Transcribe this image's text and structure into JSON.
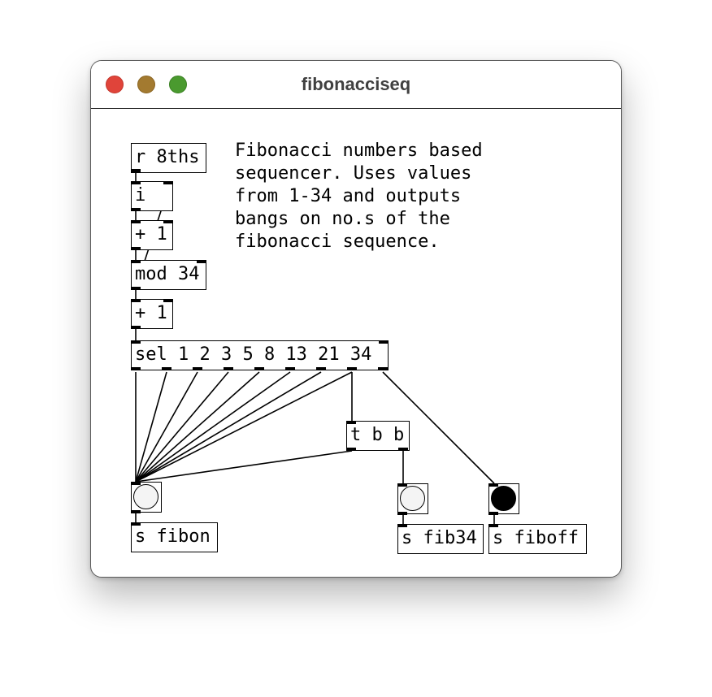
{
  "window": {
    "title": "fibonacciseq"
  },
  "comment": "Fibonacci numbers based\nsequencer. Uses values\nfrom 1-34 and outputs\nbangs on no.s of the\nfibonacci sequence.",
  "objects": {
    "r8ths": "r 8ths",
    "i": "i",
    "plus1a": "+ 1",
    "mod34": "mod 34",
    "plus1b": "+ 1",
    "sel": "sel 1 2 3 5 8 13 21 34",
    "tbb": "t b b",
    "sfibon": "s fibon",
    "sfib34": "s fib34",
    "sfiboff": "s fiboff"
  },
  "bangs": [
    {
      "name": "bang-fibon",
      "active": false
    },
    {
      "name": "bang-fib34",
      "active": false
    },
    {
      "name": "bang-fiboff",
      "active": true
    }
  ]
}
